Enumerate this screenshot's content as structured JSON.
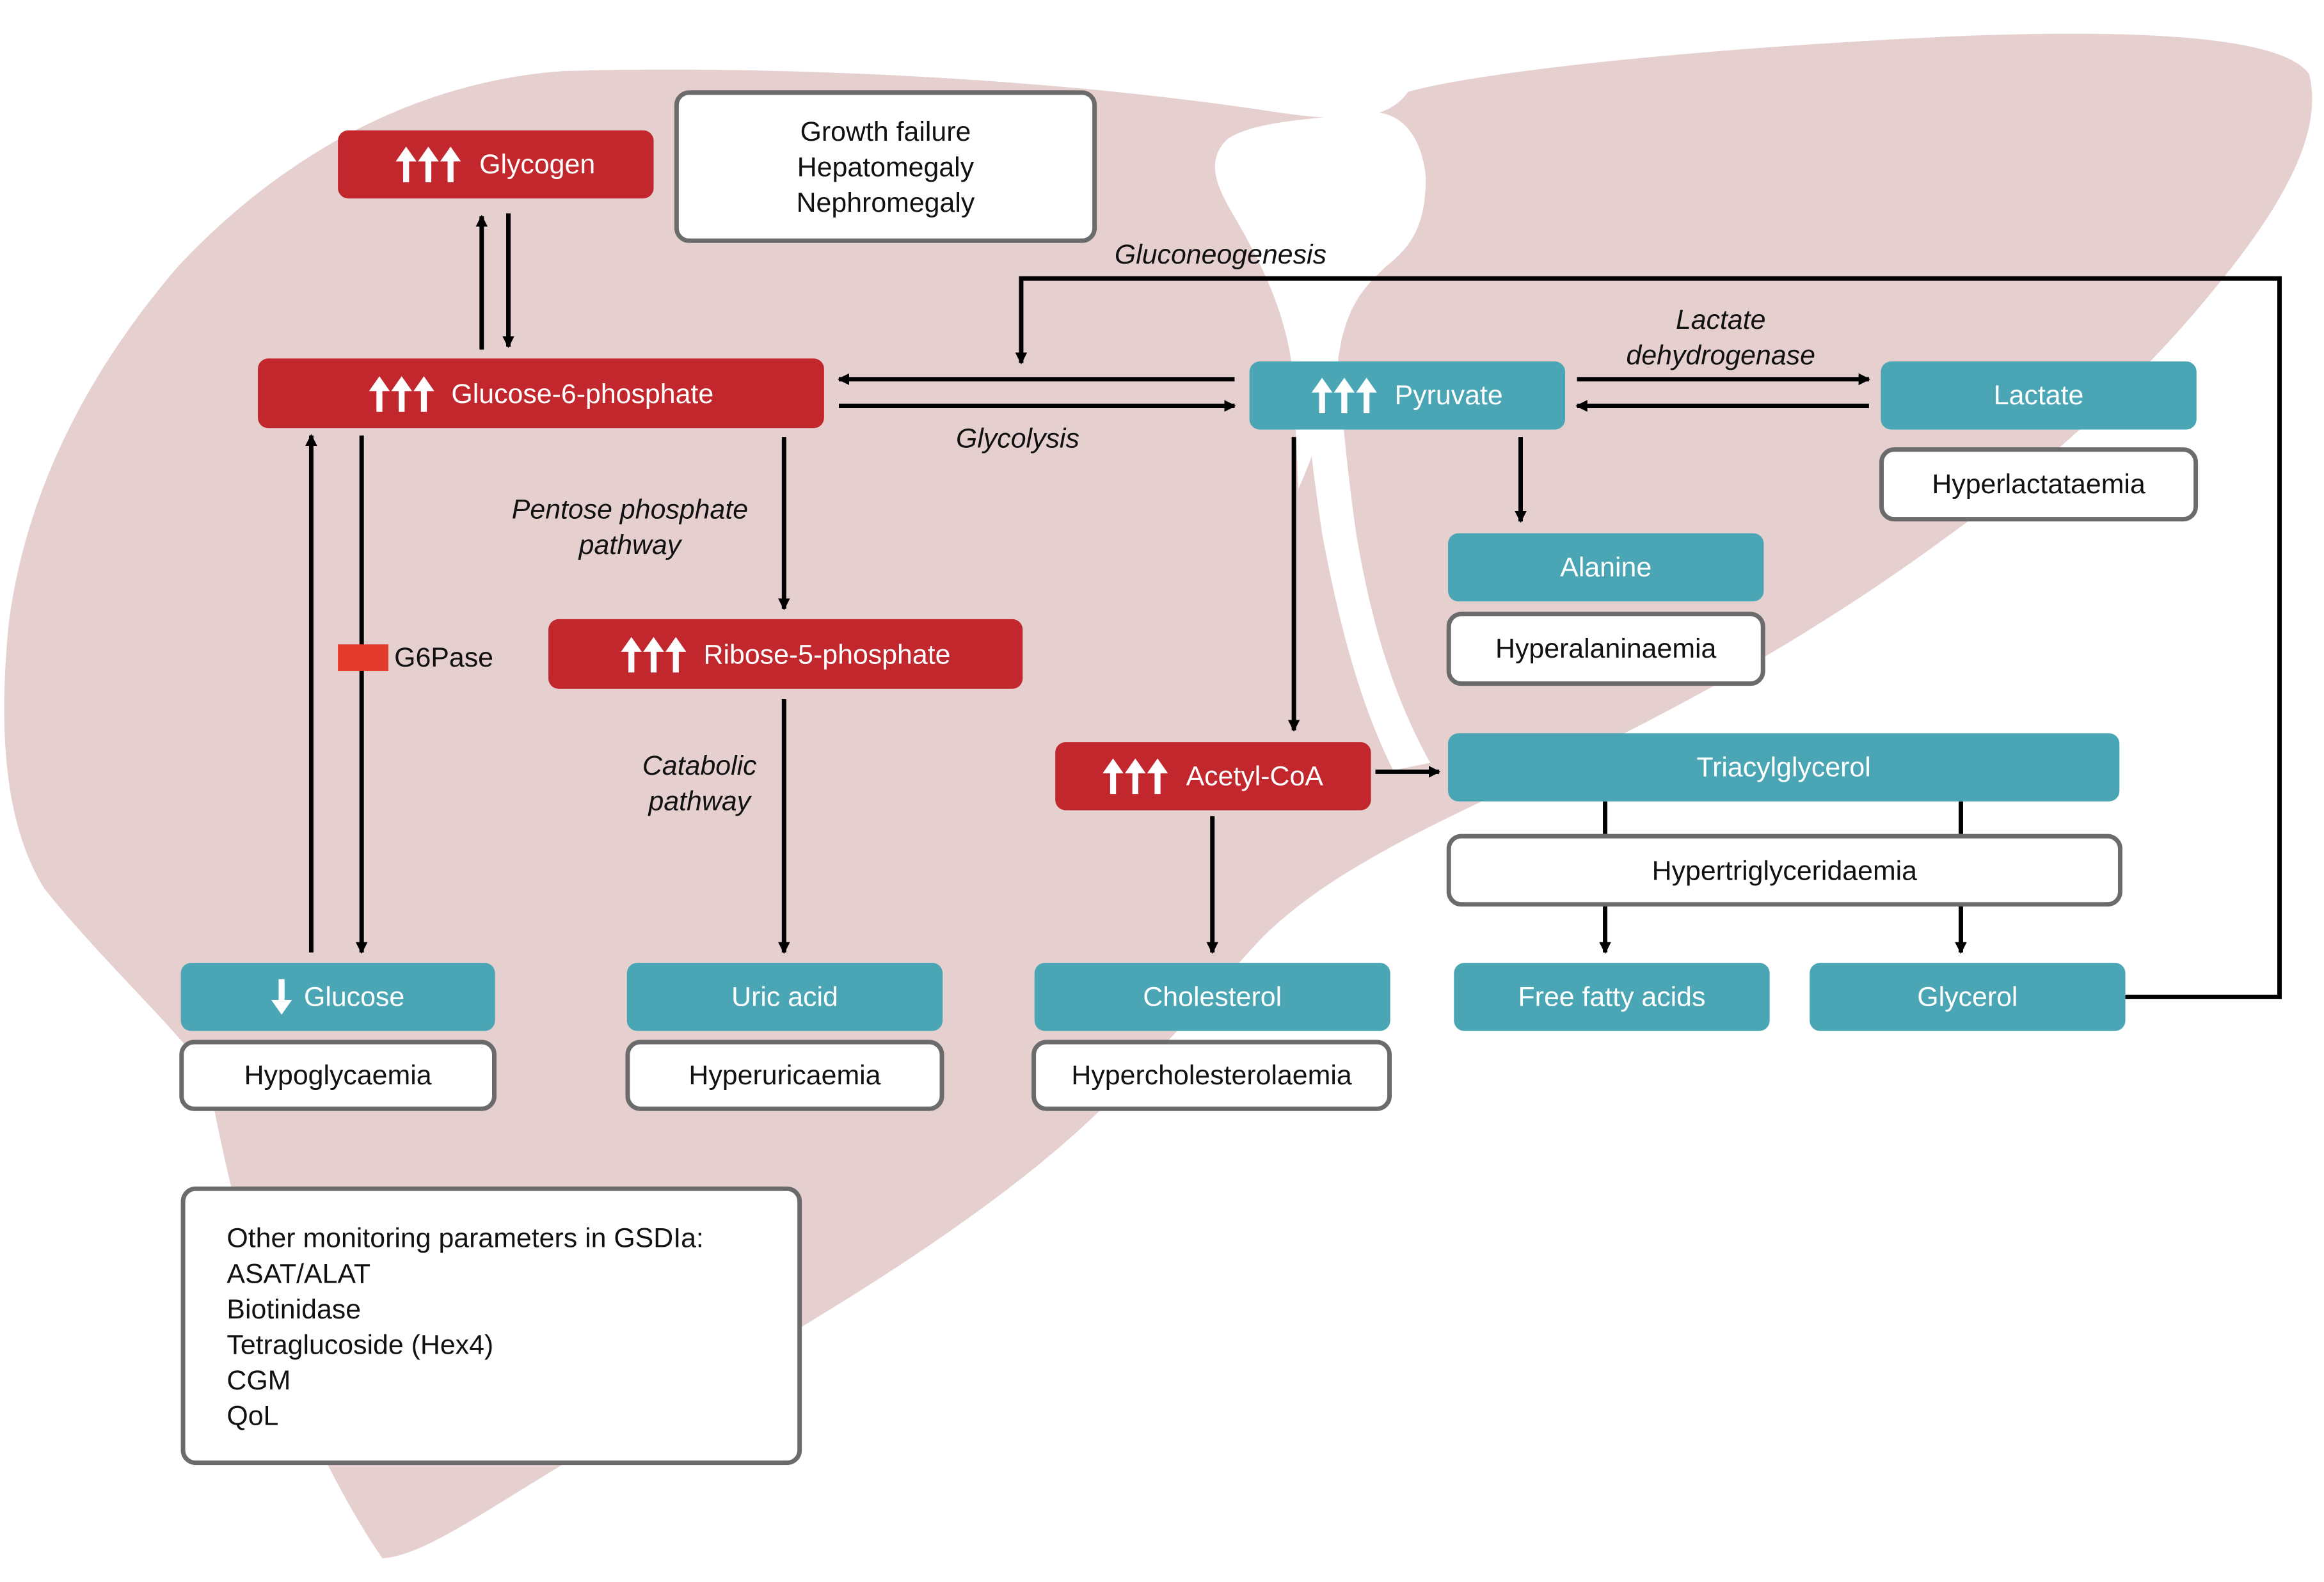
{
  "colors": {
    "liver": "#e5cfcf",
    "elevated": "#c1272d",
    "metabolite": "#4aa6b5",
    "outline": "#6b6b6b",
    "arrow": "#000000",
    "enzyme_block": "#e53b2c"
  },
  "icons": {
    "increase": "triple-up-arrow-icon",
    "decrease": "down-arrow-icon",
    "block": "enzyme-block-icon"
  },
  "nodes": {
    "glycogen": "Glycogen",
    "g6p": "Glucose-6-phosphate",
    "pyruvate": "Pyruvate",
    "lactate": "Lactate",
    "alanine": "Alanine",
    "r5p": "Ribose-5-phosphate",
    "acetyl_coa": "Acetyl-CoA",
    "triacylglycerol": "Triacylglycerol",
    "glucose": "Glucose",
    "uric_acid": "Uric acid",
    "cholesterol": "Cholesterol",
    "ffa": "Free fatty acids",
    "glycerol": "Glycerol"
  },
  "conditions": {
    "hyperlactataemia": "Hyperlactataemia",
    "hyperalaninaemia": "Hyperalaninaemia",
    "hypertriglyceridaemia": "Hypertriglyceridaemia",
    "hypoglycaemia": "Hypoglycaemia",
    "hyperuricaemia": "Hyperuricaemia",
    "hypercholesterolaemia": "Hypercholesterolaemia"
  },
  "clinical_signs": [
    "Growth failure",
    "Hepatomegaly",
    "Nephromegaly"
  ],
  "pathways": {
    "gluconeogenesis": "Gluconeogenesis",
    "glycolysis": "Glycolysis",
    "ldh_line1": "Lactate",
    "ldh_line2": "dehydrogenase",
    "ppp_line1": "Pentose phosphate",
    "ppp_line2": "pathway",
    "catabolic_line1": "Catabolic",
    "catabolic_line2": "pathway"
  },
  "enzyme": "G6Pase",
  "monitoring": {
    "title": "Other monitoring parameters in GSDIa:",
    "items": [
      "ASAT/ALAT",
      "Biotinidase",
      "Tetraglucoside (Hex4)",
      "CGM",
      "QoL"
    ]
  }
}
